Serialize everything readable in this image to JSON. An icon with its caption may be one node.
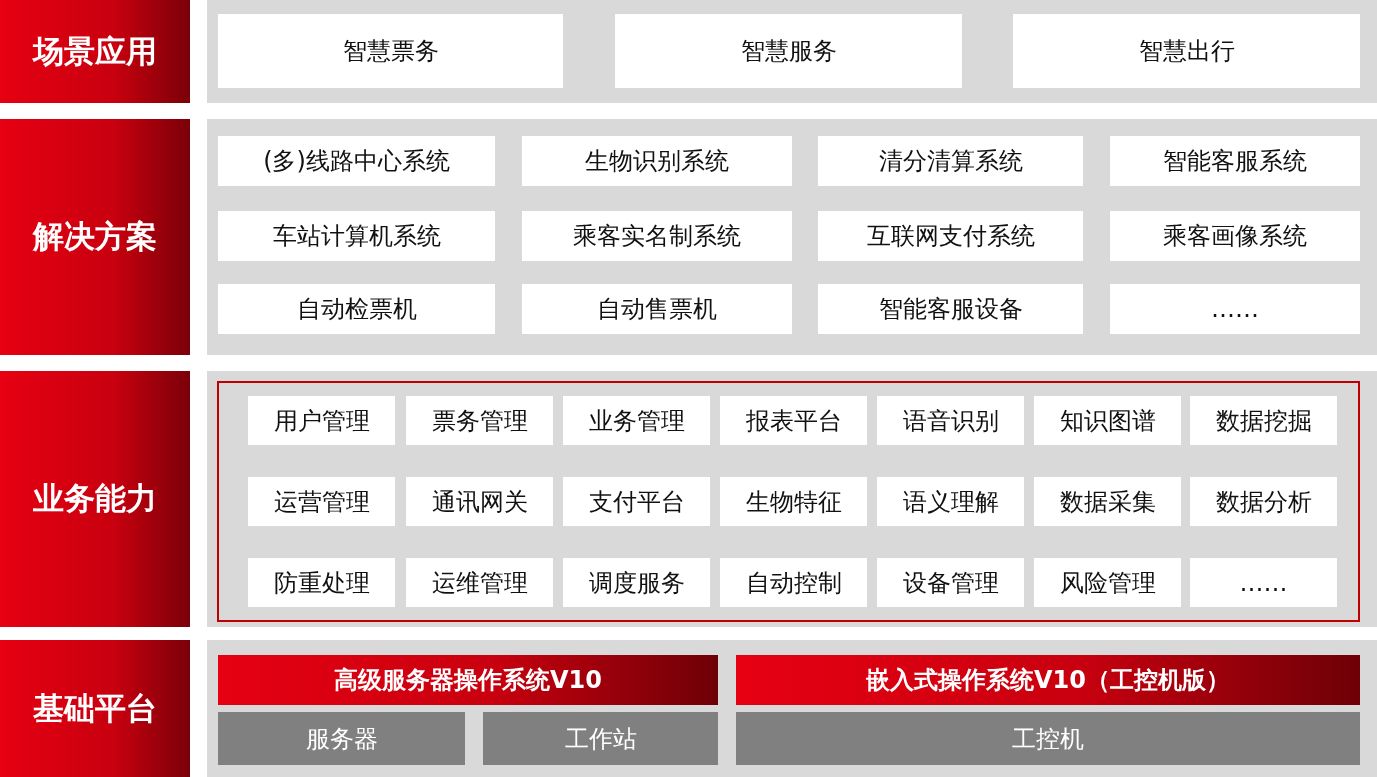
{
  "diagram": {
    "nodes": [
      {
        "text": [
          "场景应用"
        ]
      },
      {
        "text": [],
        "shape": "box"
      },
      {
        "text": [
          "智慧票务"
        ],
        "in": 1
      },
      {
        "text": [
          "智慧服务"
        ],
        "in": 1
      },
      {
        "text": [
          "智慧出行"
        ],
        "in": 1
      },
      {
        "text": [
          "解决方案"
        ]
      },
      {
        "text": [],
        "shape": "box"
      },
      {
        "text": [
          "(多)线路中心系统"
        ],
        "in": 6
      },
      {
        "text": [
          "生物识别系统"
        ],
        "in": 6
      },
      {
        "text": [
          "清分清算系统"
        ],
        "in": 6
      },
      {
        "text": [
          "智能客服系统"
        ],
        "in": 6
      },
      {
        "text": [
          "车站计算机系统"
        ],
        "in": 6
      },
      {
        "text": [
          "乘客实名制系统"
        ],
        "in": 6
      },
      {
        "text": [
          "互联网支付系统"
        ],
        "in": 6
      },
      {
        "text": [
          "乘客画像系统"
        ],
        "in": 6
      },
      {
        "text": [
          "自动检票机"
        ],
        "in": 6
      },
      {
        "text": [
          "自动售票机"
        ],
        "in": 6
      },
      {
        "text": [
          "智能客服设备"
        ],
        "in": 6
      },
      {
        "text": [
          "……"
        ],
        "in": 6
      },
      {
        "text": [
          "业务能力"
        ]
      },
      {
        "text": [],
        "shape": "box"
      },
      {
        "text": [],
        "shape": "box",
        "in": 20
      },
      {
        "text": [
          "用户管理"
        ],
        "in": 21
      },
      {
        "text": [
          "票务管理"
        ],
        "in": 21
      },
      {
        "text": [
          "业务管理"
        ],
        "in": 21
      },
      {
        "text": [
          "报表平台"
        ],
        "in": 21
      },
      {
        "text": [
          "语音识别"
        ],
        "in": 21
      },
      {
        "text": [
          "知识图谱"
        ],
        "in": 21
      },
      {
        "text": [
          "数据挖掘"
        ],
        "in": 21
      },
      {
        "text": [
          "运营管理"
        ],
        "in": 21
      },
      {
        "text": [
          "通讯网关"
        ],
        "in": 21
      },
      {
        "text": [
          "支付平台"
        ],
        "in": 21
      },
      {
        "text": [
          "生物特征"
        ],
        "in": 21
      },
      {
        "text": [
          "语义理解"
        ],
        "in": 21
      },
      {
        "text": [
          "数据采集"
        ],
        "in": 21
      },
      {
        "text": [
          "数据分析"
        ],
        "in": 21
      },
      {
        "text": [
          "防重处理"
        ],
        "in": 21
      },
      {
        "text": [
          "运维管理"
        ],
        "in": 21
      },
      {
        "text": [
          "调度服务"
        ],
        "in": 21
      },
      {
        "text": [
          "自动控制"
        ],
        "in": 21
      },
      {
        "text": [
          "设备管理"
        ],
        "in": 21
      },
      {
        "text": [
          "风险管理"
        ],
        "in": 21
      },
      {
        "text": [
          "……"
        ],
        "in": 21
      },
      {
        "text": [
          "基础平台"
        ]
      },
      {
        "text": [],
        "shape": "box"
      },
      {
        "text": [
          "高级服务器操作系统V10"
        ],
        "in": 44
      },
      {
        "text": [
          "嵌入式操作系统V10（工控机版）"
        ],
        "in": 44
      },
      {
        "text": [
          "服务器"
        ],
        "in": 44
      },
      {
        "text": [
          "工作站"
        ],
        "in": 44
      },
      {
        "text": [
          "工控机"
        ],
        "in": 44
      }
    ],
    "edges": []
  }
}
